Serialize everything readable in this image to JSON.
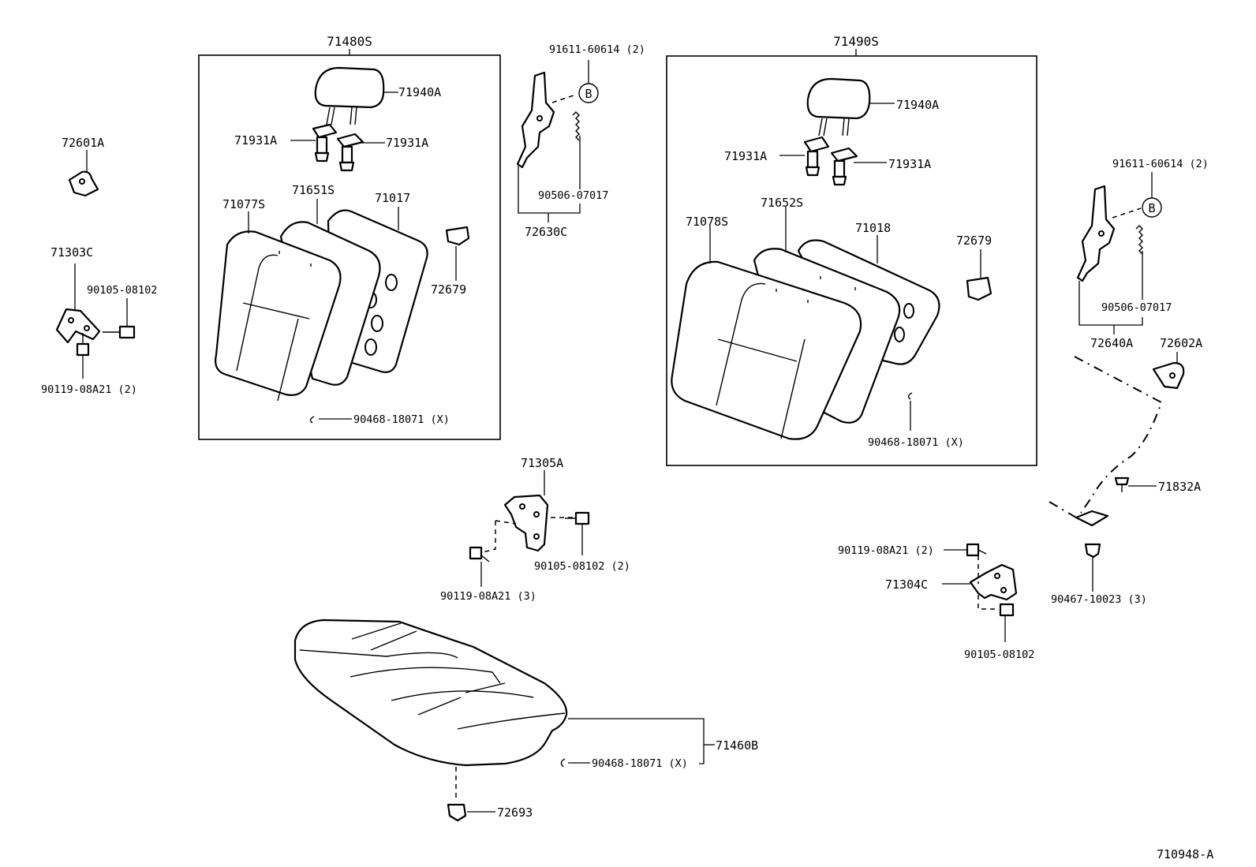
{
  "diagram_code": "710948-A",
  "left_seatback": {
    "assembly": "71480S",
    "headrest": "71940A",
    "support_left": "71931A",
    "support_right": "71931A",
    "cover": "71077S",
    "pad": "71651S",
    "frame": "71017",
    "hog_ring": "90468-18071 (X)"
  },
  "right_seatback": {
    "assembly": "71490S",
    "headrest": "71940A",
    "support_left": "71931A",
    "support_right": "71931A",
    "cover": "71078S",
    "pad": "71652S",
    "frame": "71018",
    "hog_ring": "90468-18071 (X)"
  },
  "left_hinge": {
    "hinge": "71303C",
    "bolt_top": "90105-08102",
    "bolt_bottom": "90119-08A21 (2)"
  },
  "center_lock": {
    "pin": "91611-60614 (2)",
    "ref": "B",
    "spring": "90506-07017",
    "assembly": "72630C"
  },
  "right_lock": {
    "pin": "91611-60614 (2)",
    "ref": "B",
    "spring": "90506-07017",
    "assembly": "72640A"
  },
  "striker_left": "72601A",
  "striker_right": "72602A",
  "latch_cover_left": "72679",
  "latch_cover_right": "72679",
  "center_hinge": {
    "hinge": "71305A",
    "bolt_right": "90105-08102 (2)",
    "bolt_left": "90119-08A21 (3)"
  },
  "right_hinge": {
    "hinge": "71304C",
    "bolt_top": "90119-08A21 (2)",
    "bolt_bottom": "90105-08102"
  },
  "cable_clip": "71832A",
  "cable_nut": "90467-10023 (3)",
  "cushion": {
    "assembly": "71460B",
    "hog_ring": "90468-18071 (X)",
    "clip": "72693"
  }
}
